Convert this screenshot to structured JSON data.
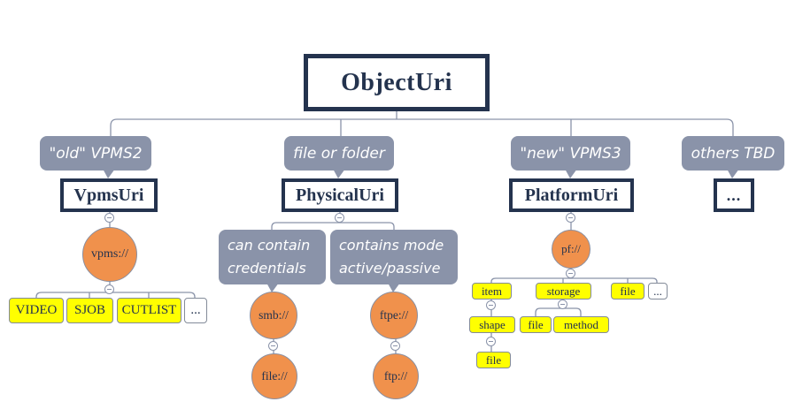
{
  "root": {
    "label": "ObjectUri"
  },
  "branches": {
    "vpms2": {
      "callout": "\"old\" VPMS2",
      "class_name": "VpmsUri",
      "scheme": "vpms://",
      "types": [
        "VIDEO",
        "SJOB",
        "CUTLIST",
        "..."
      ]
    },
    "physical": {
      "callout": "file or folder",
      "class_name": "PhysicalUri",
      "notes": [
        "can contain credentials",
        "contains mode active/passive"
      ],
      "schemes": [
        "smb://",
        "ftpe://"
      ],
      "sub_schemes": [
        "file://",
        "ftp://"
      ]
    },
    "vpms3": {
      "callout": "\"new\" VPMS3",
      "class_name": "PlatformUri",
      "scheme": "pf://",
      "parts": [
        "item",
        "storage",
        "file",
        "..."
      ],
      "item_children": [
        "shape"
      ],
      "storage_children": [
        "file",
        "method"
      ],
      "shape_children": [
        "file"
      ]
    },
    "others": {
      "callout": "others TBD",
      "class_name": "..."
    }
  },
  "colors": {
    "navy": "#24334e",
    "callout_gray": "#8a93a9",
    "orange": "#f0914c",
    "yellow": "#ffff00",
    "wire": "#8a93a9"
  }
}
